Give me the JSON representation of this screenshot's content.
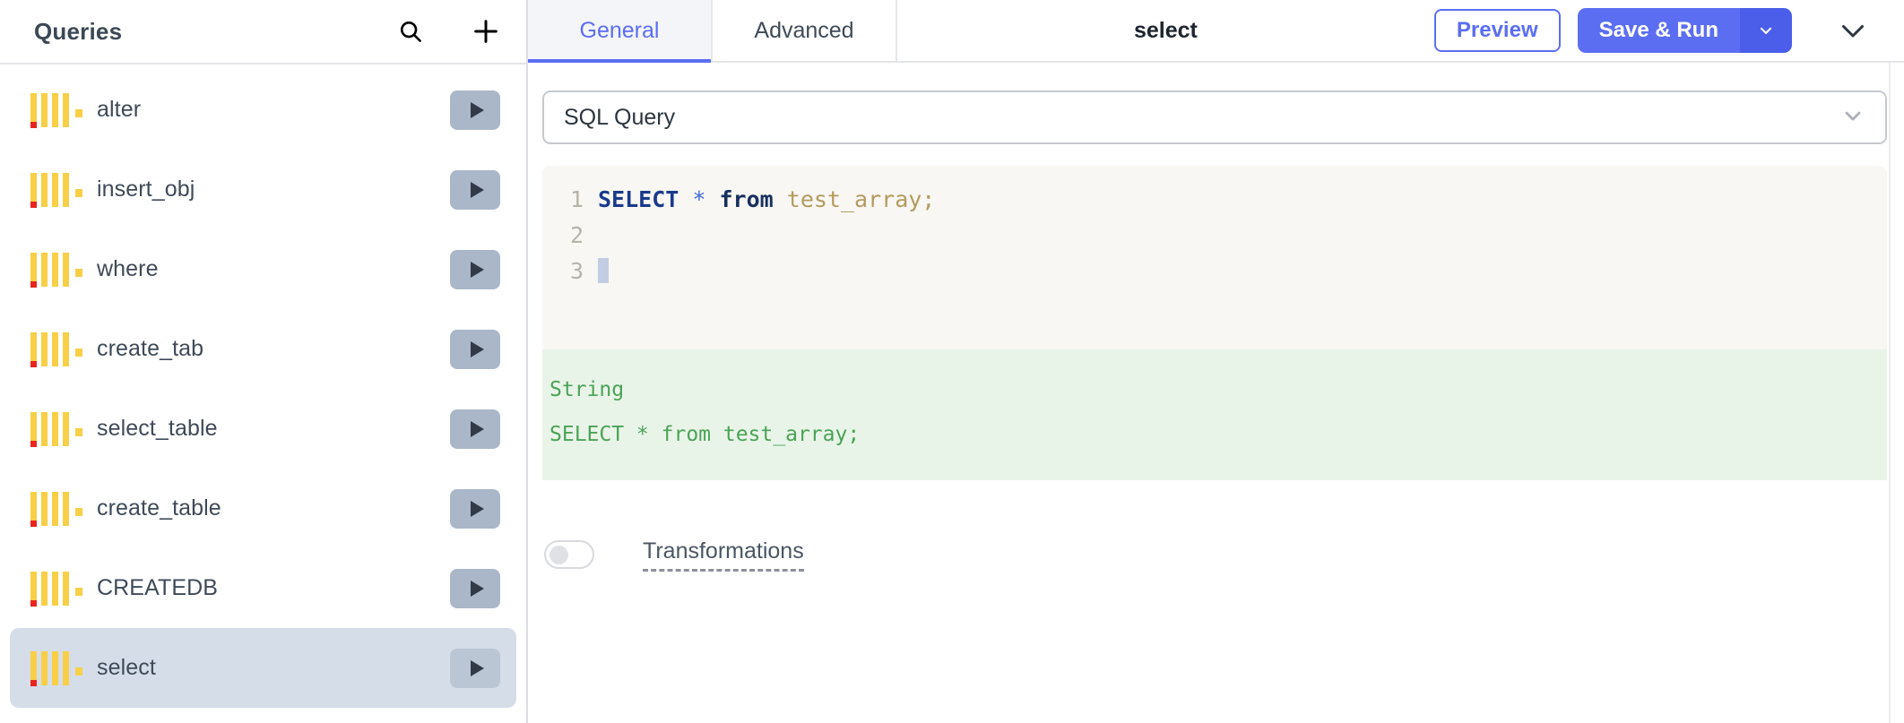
{
  "sidebar": {
    "title": "Queries",
    "search_icon": "search-icon",
    "add_icon": "plus-icon",
    "items": [
      {
        "label": "alter",
        "icon": "query-barcode-icon",
        "run_icon": "play-icon",
        "selected": false
      },
      {
        "label": "insert_obj",
        "icon": "query-barcode-icon",
        "run_icon": "play-icon",
        "selected": false
      },
      {
        "label": "where",
        "icon": "query-barcode-icon",
        "run_icon": "play-icon",
        "selected": false
      },
      {
        "label": "create_tab",
        "icon": "query-barcode-icon",
        "run_icon": "play-icon",
        "selected": false
      },
      {
        "label": "select_table",
        "icon": "query-barcode-icon",
        "run_icon": "play-icon",
        "selected": false
      },
      {
        "label": "create_table",
        "icon": "query-barcode-icon",
        "run_icon": "play-icon",
        "selected": false
      },
      {
        "label": "CREATEDB",
        "icon": "query-barcode-icon",
        "run_icon": "play-icon",
        "selected": false
      },
      {
        "label": "select",
        "icon": "query-barcode-icon",
        "run_icon": "play-icon",
        "selected": true
      }
    ]
  },
  "topbar": {
    "tabs": [
      {
        "label": "General",
        "active": true
      },
      {
        "label": "Advanced",
        "active": false
      }
    ],
    "title": "select",
    "preview_label": "Preview",
    "save_run_label": "Save & Run",
    "save_run_caret_icon": "chevron-down-icon",
    "collapse_icon": "chevron-down-icon"
  },
  "query_type_select": {
    "value": "SQL Query",
    "chevron_icon": "chevron-down-icon"
  },
  "editor": {
    "lines": [
      {
        "number": "1",
        "tokens": [
          {
            "text": "SELECT",
            "kind": "kw"
          },
          {
            "text": " ",
            "kind": "plain"
          },
          {
            "text": "*",
            "kind": "star"
          },
          {
            "text": " ",
            "kind": "plain"
          },
          {
            "text": "from",
            "kind": "kw2"
          },
          {
            "text": " ",
            "kind": "plain"
          },
          {
            "text": "test_array;",
            "kind": "ident"
          }
        ]
      },
      {
        "number": "2",
        "tokens": []
      },
      {
        "number": "3",
        "tokens": [],
        "caret": true
      }
    ],
    "full_text": "SELECT * from test_array;"
  },
  "result": {
    "type_label": "String",
    "value": "SELECT * from test_array;"
  },
  "transformations": {
    "label": "Transformations",
    "enabled": false
  },
  "colors": {
    "accent": "#5b6ef2",
    "result_text": "#4aa355",
    "result_bg": "#e9f4e9",
    "editor_bg": "#f8f7f3",
    "selected_row_bg": "#d5dde9",
    "icon_yellow": "#f8cf46",
    "icon_red": "#e8241f"
  }
}
